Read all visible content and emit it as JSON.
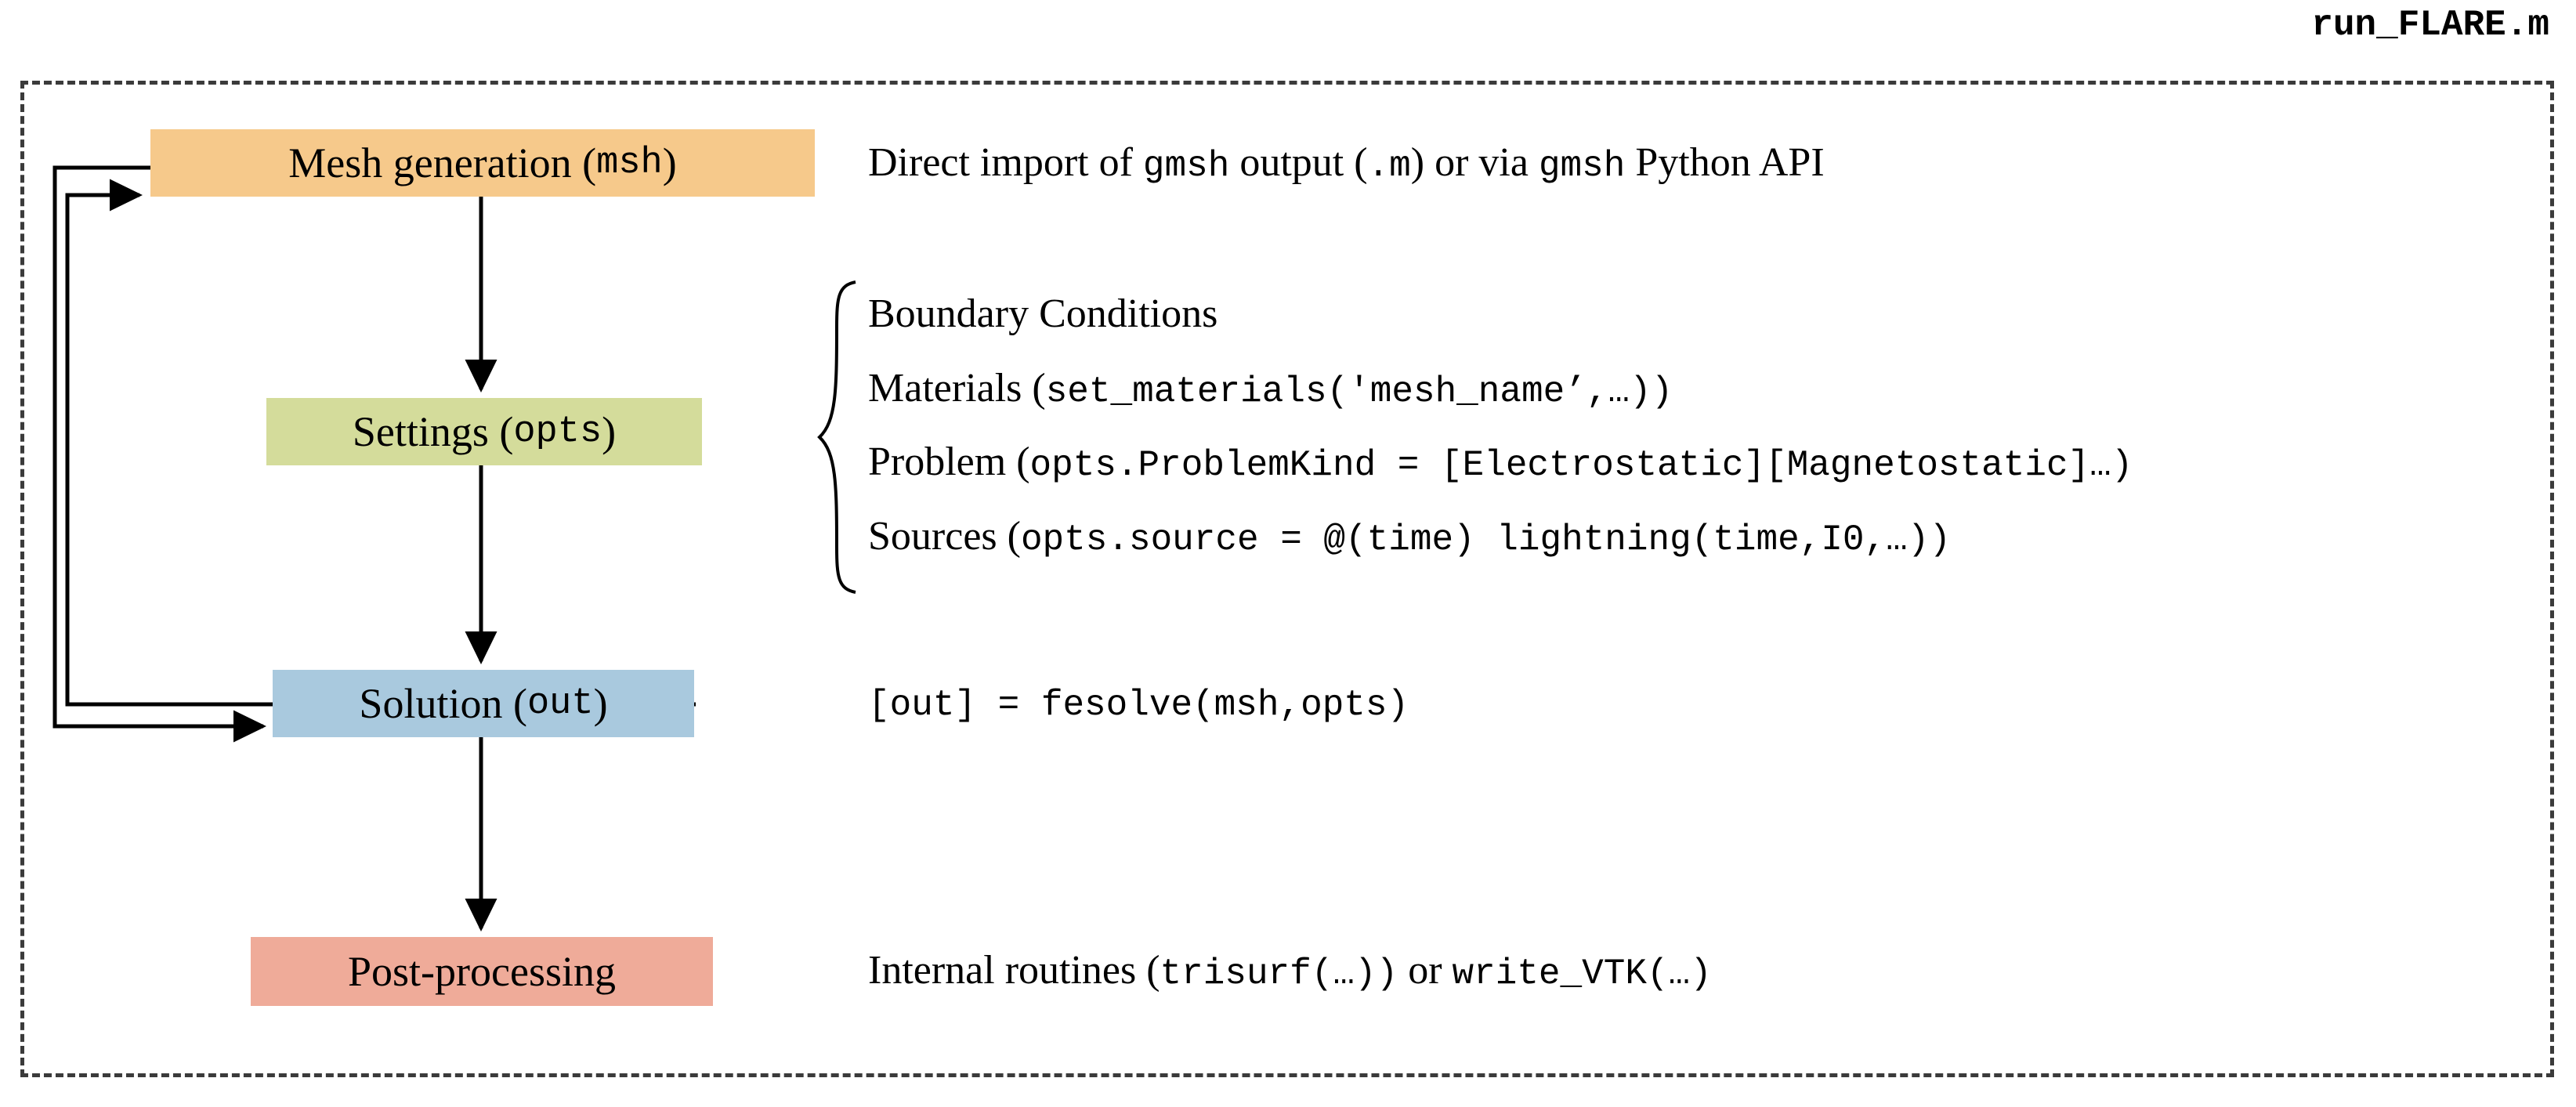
{
  "title": "run_FLARE.m",
  "frame": {
    "style": "dashed-border"
  },
  "flow": {
    "boxes": [
      {
        "id": "mesh",
        "label_text": "Mesh generation (",
        "label_code": "msh",
        "label_tail": ")",
        "color": "#F6C98B"
      },
      {
        "id": "opts",
        "label_text": "Settings (",
        "label_code": "opts",
        "label_tail": ")",
        "color": "#D4DC9B"
      },
      {
        "id": "out",
        "label_text": "Solution (",
        "label_code": "out",
        "label_tail": ")",
        "color": "#A9C9DE"
      },
      {
        "id": "post",
        "label_text": "Post-processing",
        "label_code": "",
        "label_tail": "",
        "color": "#EFAB99"
      }
    ]
  },
  "descriptions": {
    "mesh": {
      "p1": "Direct import of ",
      "c1": "gmsh",
      "p2": " output (",
      "c2": ".m",
      "p3": ") or via ",
      "c3": "gmsh",
      "p4": " Python API"
    },
    "settings": {
      "boundary_conditions": "Boundary Conditions",
      "materials_label": "Materials (",
      "materials_code": "set_materials('mesh_name’,…))",
      "problem_label": "Problem (",
      "problem_code": "opts.ProblemKind = [Electrostatic][Magnetostatic]…)",
      "sources_label": "Sources (",
      "sources_code": "opts.source = @(time) lightning(time,I0,…))"
    },
    "solution": {
      "code": "[out] = fesolve(msh,opts)"
    },
    "post": {
      "p1": "Internal routines (",
      "c1": "trisurf(…))",
      "p2": " or ",
      "c2": "write_VTK(…)"
    }
  },
  "colors": {
    "mesh": "#F6C98B",
    "settings": "#D4DC9B",
    "solution": "#A9C9DE",
    "post": "#EFAB99",
    "line": "#000000",
    "frame": "#3b3b3b"
  }
}
